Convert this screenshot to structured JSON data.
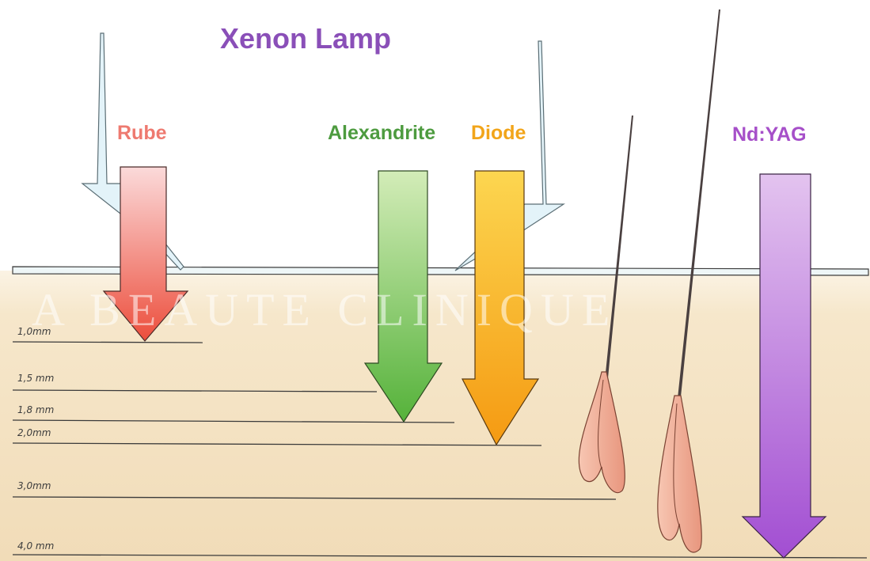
{
  "diagram": {
    "title": "Xenon Lamp",
    "watermark": "A BEAUTE CLINIQUE",
    "lasers": {
      "rube": "Rube",
      "alexandrite": "Alexandrite",
      "diode": "Diode",
      "ndyag": "Nd:YAG"
    },
    "depths": {
      "d10": "1,0mm",
      "d15": "1,5 mm",
      "d18": "1,8 mm",
      "d20": "2,0mm",
      "d30": "3,0mm",
      "d40": "4,0 mm"
    },
    "colors": {
      "skin": "#f4e3c2",
      "rube": "#ec5d4e",
      "alexandrite": "#6cbf45",
      "diode": "#f6a21b",
      "ndyag": "#a45ad2",
      "xenon": "#dff1f8",
      "follicle": "#f2b09a"
    }
  }
}
